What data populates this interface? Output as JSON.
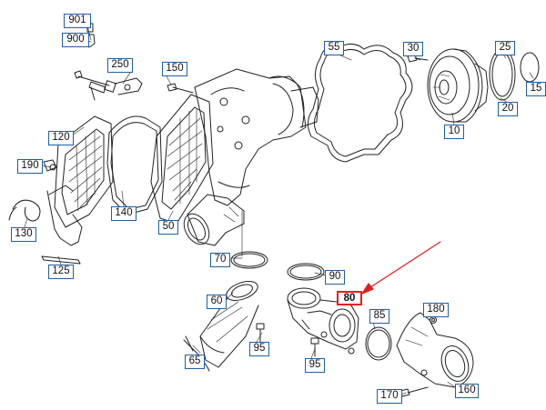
{
  "diagram": {
    "highlighted_part": "80",
    "highlight_color": "#e02020",
    "callout_border_color": "#1e5fa8",
    "part_numbers": {
      "p901": "901",
      "p900": "900",
      "p250": "250",
      "p150": "150",
      "p55": "55",
      "p30": "30",
      "p25": "25",
      "p15": "15",
      "p20": "20",
      "p10": "10",
      "p120": "120",
      "p190": "190",
      "p140": "140",
      "p50": "50",
      "p130": "130",
      "p125": "125",
      "p70": "70",
      "p90": "90",
      "p60": "60",
      "p80": "80",
      "p85": "85",
      "p180": "180",
      "p95a": "95",
      "p95b": "95",
      "p65": "65",
      "p170": "170",
      "p160": "160"
    }
  }
}
